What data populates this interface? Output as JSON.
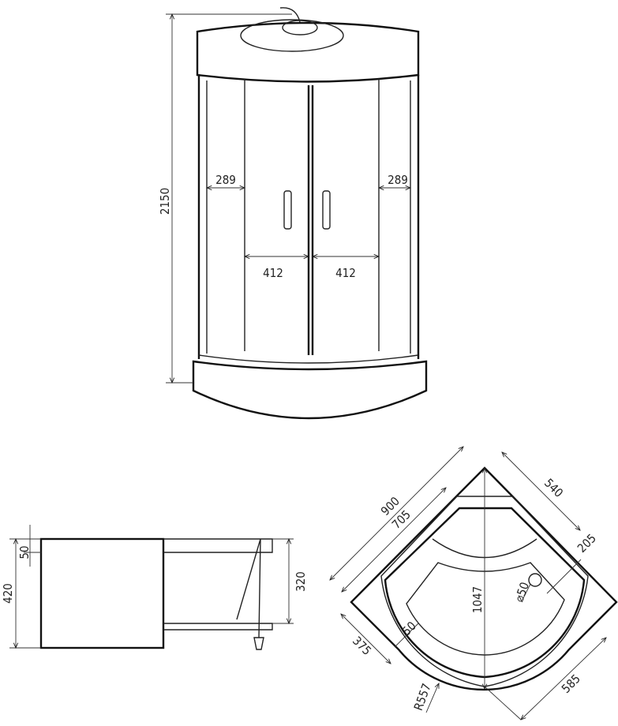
{
  "front_view": {
    "height": "2150",
    "side_panel_left": "289",
    "side_panel_right": "289",
    "door_left": "412",
    "door_right": "412"
  },
  "side_view": {
    "tray_height": "420",
    "rim": "50",
    "inner_depth": "320"
  },
  "plan_view": {
    "side_width": "900",
    "inner_width": "705",
    "drain_side": "540",
    "drain_offset": "205",
    "diagonal": "1047",
    "drain_diameter": "⌀50",
    "rim": "50",
    "straight_section": "375",
    "arc_section": "585",
    "radius": "R557"
  }
}
